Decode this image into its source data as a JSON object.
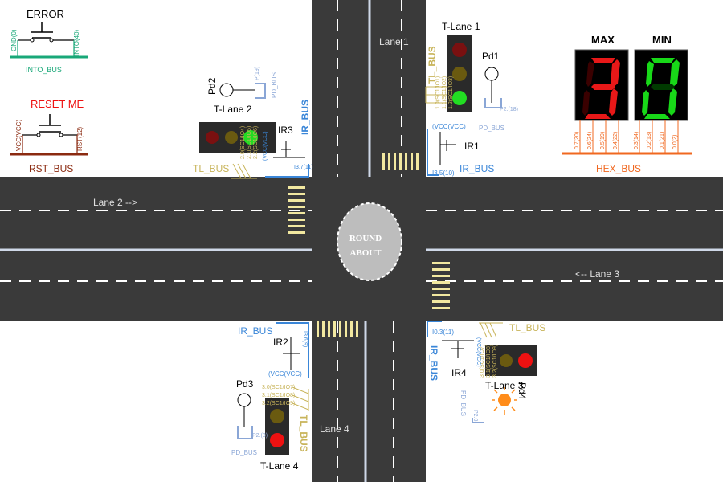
{
  "colors": {
    "road": "#3a3a3a",
    "lane_line": "#ffffff",
    "center_line": "#cfd8e8",
    "crosswalk": "#f2e8a0",
    "ir_bus": "#3a86d8",
    "tl_bus": "#c8b45a",
    "pd_bus": "#8aa6d6",
    "into_bus": "#18a878",
    "rst_bus": "#8b2a10",
    "hex_bus": "#f06820",
    "error_red": "#ff2020",
    "red_on": "#ee1111",
    "red_off": "#7a1010",
    "amber_off": "#6a5a10",
    "green_on": "#22dd22",
    "seg_red": "#e81818",
    "seg_green": "#18d818"
  },
  "roads": {
    "lane1": "Lane 1",
    "lane2": "Lane 2 -->",
    "lane3": "<-- Lane 3",
    "lane4": "Lane 4",
    "roundabout_line1": "ROUND",
    "roundabout_line2": "ABOUT"
  },
  "controls": {
    "error_title": "ERROR",
    "error_pin_left": "GND(0)",
    "error_pin_right": "INTO(40)",
    "into_bus": "INTO_BUS",
    "reset_title": "RESET ME",
    "reset_pin_left": "VCC(VCC)",
    "reset_pin_right": "RST(12)",
    "rst_bus": "RST_BUS"
  },
  "display": {
    "max_label": "MAX",
    "min_label": "MIN",
    "max_value": "3",
    "min_value": "0",
    "pins": [
      "0.7(20)",
      "0.6(24)",
      "0.5(19)",
      "0.4(22)",
      "0.3(14)",
      "0.2(13)",
      "0.1(21)",
      "0.0(2)"
    ],
    "hex_bus": "HEX_BUS"
  },
  "lights": {
    "t1": {
      "name": "T-Lane 1",
      "pins": [
        "1.0(SC1/IO1)",
        "1.1(SC1/IO2)",
        "1.2(SC1/IO3)"
      ],
      "active": "green"
    },
    "t2": {
      "name": "T-Lane 2",
      "pins": [
        "2.0(SC1/IO4)",
        "2.1(SC1/IO5)",
        "2.2(SC1/IO6)"
      ],
      "active": "green"
    },
    "t3": {
      "name": "T-Lane 3",
      "pins": [
        "3.0(SC1/IO7)",
        "3.1(SC1/IO8)",
        "3.2(SC1/IO9)"
      ],
      "active": "red"
    },
    "t4": {
      "name": "T-Lane 4",
      "pins": [
        "3.0(SC1/IO7)",
        "3.1(SC1/IO8)",
        "3.2(SC1/IO9)"
      ],
      "active": "red"
    }
  },
  "sensors": {
    "ir1": "IR1",
    "ir1_vcc": "(VCC(VCC)",
    "ir1_pin": "I3.5(10)",
    "ir2": "IR2",
    "ir2_vcc": "(VCC(VCC)",
    "ir2_pin": "I3.6(9)",
    "ir3": "IR3",
    "ir3_vcc": "(VCC(VCC)",
    "ir3_pin": "I3.7(11)",
    "ir4": "IR4",
    "ir4_vcc": "(VCC(VCC)",
    "ir4_pin": "I0.3(11)"
  },
  "photodiodes": {
    "pd1": "Pd1",
    "pd1_pin": "P2.(18)",
    "pd2": "Pd2",
    "pd2_pin": "P(19)",
    "pd3": "Pd3",
    "pd3_pin": "P2.(8)",
    "pd4": "Pd4",
    "pd4_pin": "P2.0"
  },
  "buses": {
    "ir_bus": "IR_BUS",
    "tl_bus": "TL_BUS",
    "pd_bus": "PD_BUS"
  }
}
